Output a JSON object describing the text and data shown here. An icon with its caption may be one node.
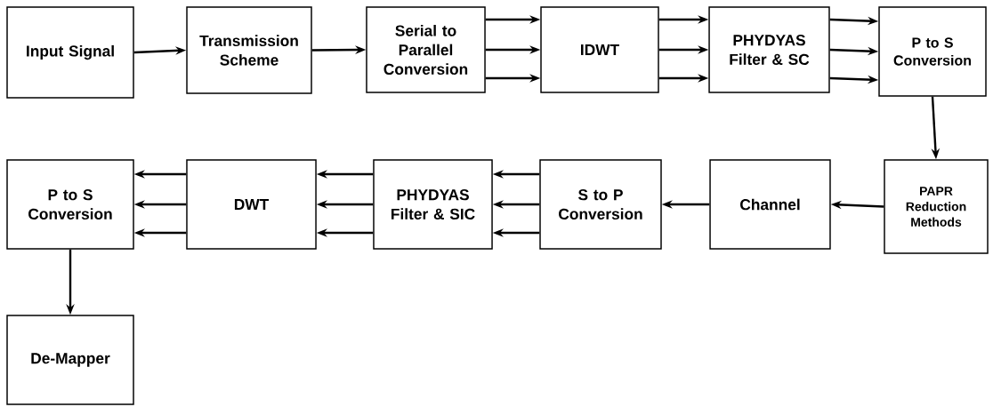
{
  "diagram": {
    "nodes": [
      {
        "text": [
          "Input Signal"
        ]
      },
      {
        "text": [
          "Transmission Scheme"
        ]
      },
      {
        "text": [
          "Serial to Parallel Conversion"
        ]
      },
      {
        "text": [
          "IDWT"
        ]
      },
      {
        "text": [
          "PHYDYAS Filter & SC"
        ]
      },
      {
        "text": [
          "P to S Conversion"
        ]
      },
      {
        "text": [
          "PAPR Reduction Methods"
        ]
      },
      {
        "text": [
          "Channel"
        ]
      },
      {
        "text": [
          "S to P Conversion"
        ]
      },
      {
        "text": [
          "PHYDYAS Filter & SIC"
        ]
      },
      {
        "text": [
          "DWT"
        ]
      },
      {
        "text": [
          "P to S Conversion"
        ]
      },
      {
        "text": [
          "De-Mapper"
        ]
      }
    ],
    "edges": [
      {
        "from": 0,
        "to": 1,
        "arrow": "to"
      },
      {
        "from": 1,
        "to": 2,
        "arrow": "to"
      },
      {
        "from": 2,
        "to": 3,
        "arrow": "to"
      },
      {
        "from": 2,
        "to": 3,
        "arrow": "to"
      },
      {
        "from": 2,
        "to": 3,
        "arrow": "to"
      },
      {
        "from": 3,
        "to": 4,
        "arrow": "to"
      },
      {
        "from": 3,
        "to": 4,
        "arrow": "to"
      },
      {
        "from": 3,
        "to": 4,
        "arrow": "to"
      },
      {
        "from": 4,
        "to": 5,
        "arrow": "to"
      },
      {
        "from": 4,
        "to": 5,
        "arrow": "to"
      },
      {
        "from": 4,
        "to": 5,
        "arrow": "to"
      },
      {
        "from": 5,
        "to": 6,
        "arrow": "to"
      },
      {
        "from": 6,
        "to": 7,
        "arrow": "to"
      },
      {
        "from": 7,
        "to": 8,
        "arrow": "to"
      },
      {
        "from": 8,
        "to": 9,
        "arrow": "to"
      },
      {
        "from": 8,
        "to": 9,
        "arrow": "to"
      },
      {
        "from": 8,
        "to": 9,
        "arrow": "to"
      },
      {
        "from": 9,
        "to": 10,
        "arrow": "to"
      },
      {
        "from": 9,
        "to": 10,
        "arrow": "to"
      },
      {
        "from": 9,
        "to": 10,
        "arrow": "to"
      },
      {
        "from": 10,
        "to": 11,
        "arrow": "to"
      },
      {
        "from": 10,
        "to": 11,
        "arrow": "to"
      },
      {
        "from": 10,
        "to": 11,
        "arrow": "to"
      },
      {
        "from": 11,
        "to": 12,
        "arrow": "to"
      }
    ]
  }
}
